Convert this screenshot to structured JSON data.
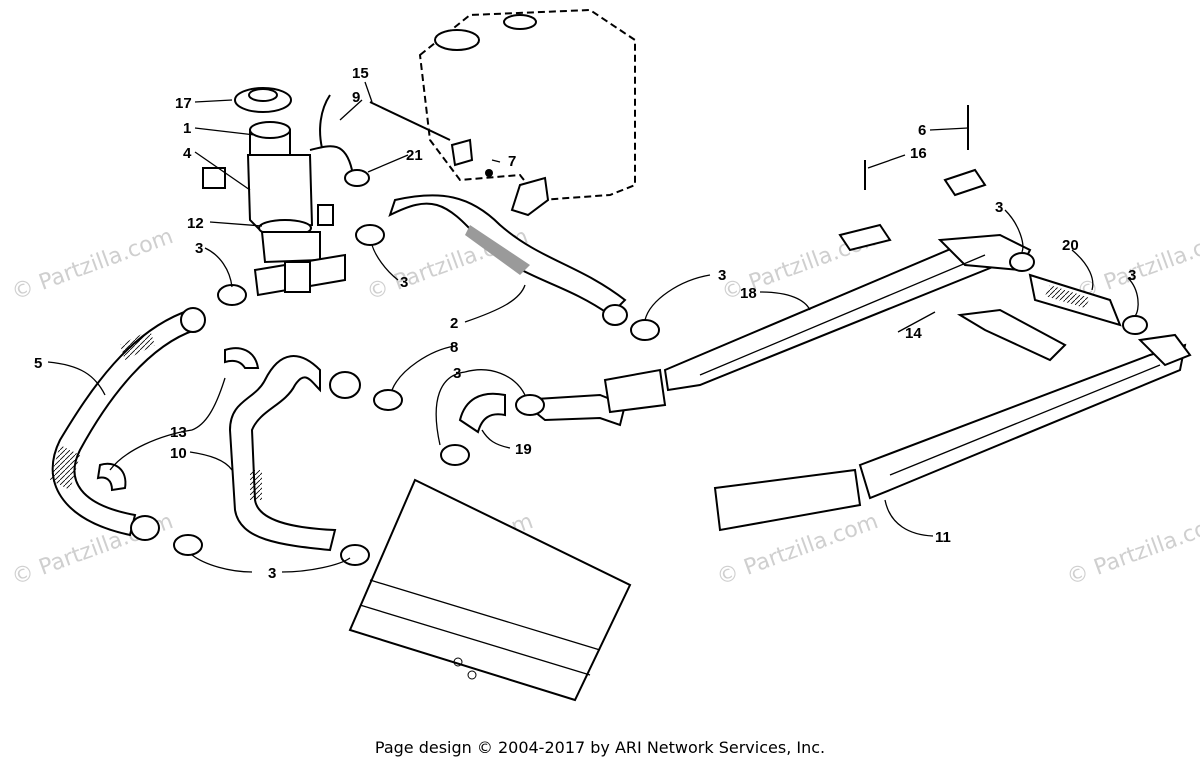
{
  "watermark": "© Partzilla.com",
  "footer": {
    "copyright": "Page design © 2004-2017 by ARI Network Services, Inc."
  },
  "callouts": {
    "c17": "17",
    "c1": "1",
    "c4": "4",
    "c12": "12",
    "c15": "15",
    "c9": "9",
    "c21": "21",
    "c7": "7",
    "c6": "6",
    "c16": "16",
    "c3a": "3",
    "c3b": "3",
    "c3c": "3",
    "c3d": "3",
    "c3e": "3",
    "c3f": "3",
    "c3g": "3",
    "c5": "5",
    "c2": "2",
    "c8": "8",
    "c13": "13",
    "c10": "10",
    "c19": "19",
    "c18": "18",
    "c20": "20",
    "c14": "14",
    "c11": "11"
  }
}
